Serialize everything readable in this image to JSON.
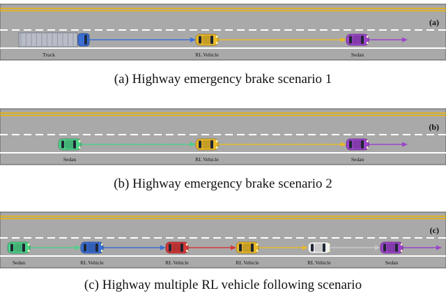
{
  "panels": [
    {
      "tag": "(a)",
      "caption": "(a)  Highway emergency brake scenario 1",
      "vehicles": [
        {
          "type": "truck",
          "label": "Truck",
          "color": "#3b6fd4"
        },
        {
          "type": "car",
          "label": "RL Vehicle",
          "color": "#e8b92a"
        },
        {
          "type": "car",
          "label": "Sedan",
          "color": "#9b45c9"
        }
      ]
    },
    {
      "tag": "(b)",
      "caption": "(b)  Highway emergency brake scenario 2",
      "vehicles": [
        {
          "type": "car",
          "label": "Sedan",
          "color": "#4fd08a"
        },
        {
          "type": "car",
          "label": "RL Vehicle",
          "color": "#e8b92a"
        },
        {
          "type": "car",
          "label": "Sedan",
          "color": "#9b45c9"
        }
      ]
    },
    {
      "tag": "(c)",
      "caption": "(c)  Highway multiple RL vehicle following scenario",
      "vehicles": [
        {
          "type": "car",
          "label": "Sedan",
          "color": "#4fd08a"
        },
        {
          "type": "car",
          "label": "RL Vehicle",
          "color": "#3b6fd4"
        },
        {
          "type": "car",
          "label": "RL Vehicle",
          "color": "#d43a3a"
        },
        {
          "type": "car",
          "label": "RL Vehicle",
          "color": "#e8b92a"
        },
        {
          "type": "car",
          "label": "RL Vehicle",
          "color": "#eeeeee"
        },
        {
          "type": "car",
          "label": "Sedan",
          "color": "#9b45c9"
        }
      ]
    }
  ],
  "colors": {
    "road": "#a9a9a9",
    "center_line": "#f0b400",
    "lane_dash": "#ffffff",
    "shoulder": "#ffffff"
  }
}
